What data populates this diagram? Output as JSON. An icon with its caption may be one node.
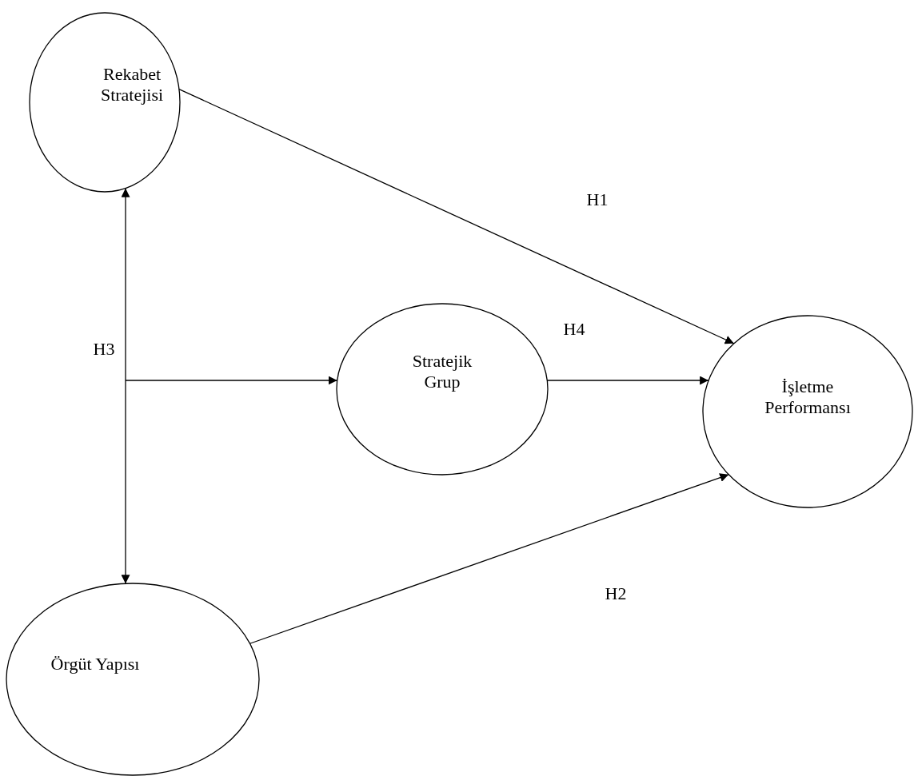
{
  "diagram": {
    "nodes": [
      {
        "text": [
          "Rekabet Stratejisi"
        ]
      },
      {
        "text": [
          "Stratejik Grup"
        ]
      },
      {
        "text": [
          "İşletme Performansı"
        ]
      },
      {
        "text": [
          "Örgüt Yapısı"
        ]
      }
    ],
    "edges": [
      {
        "from": 0,
        "to": 2,
        "arrow": "to",
        "label": "H1"
      },
      {
        "from": 0,
        "to": 3,
        "arrow": "both",
        "label": "H3"
      },
      {
        "from": null,
        "to": 1,
        "arrow": "to"
      },
      {
        "from": 1,
        "to": 2,
        "arrow": "to",
        "label": "H4"
      },
      {
        "from": 3,
        "to": 2,
        "arrow": "to",
        "label": "H2"
      }
    ]
  }
}
